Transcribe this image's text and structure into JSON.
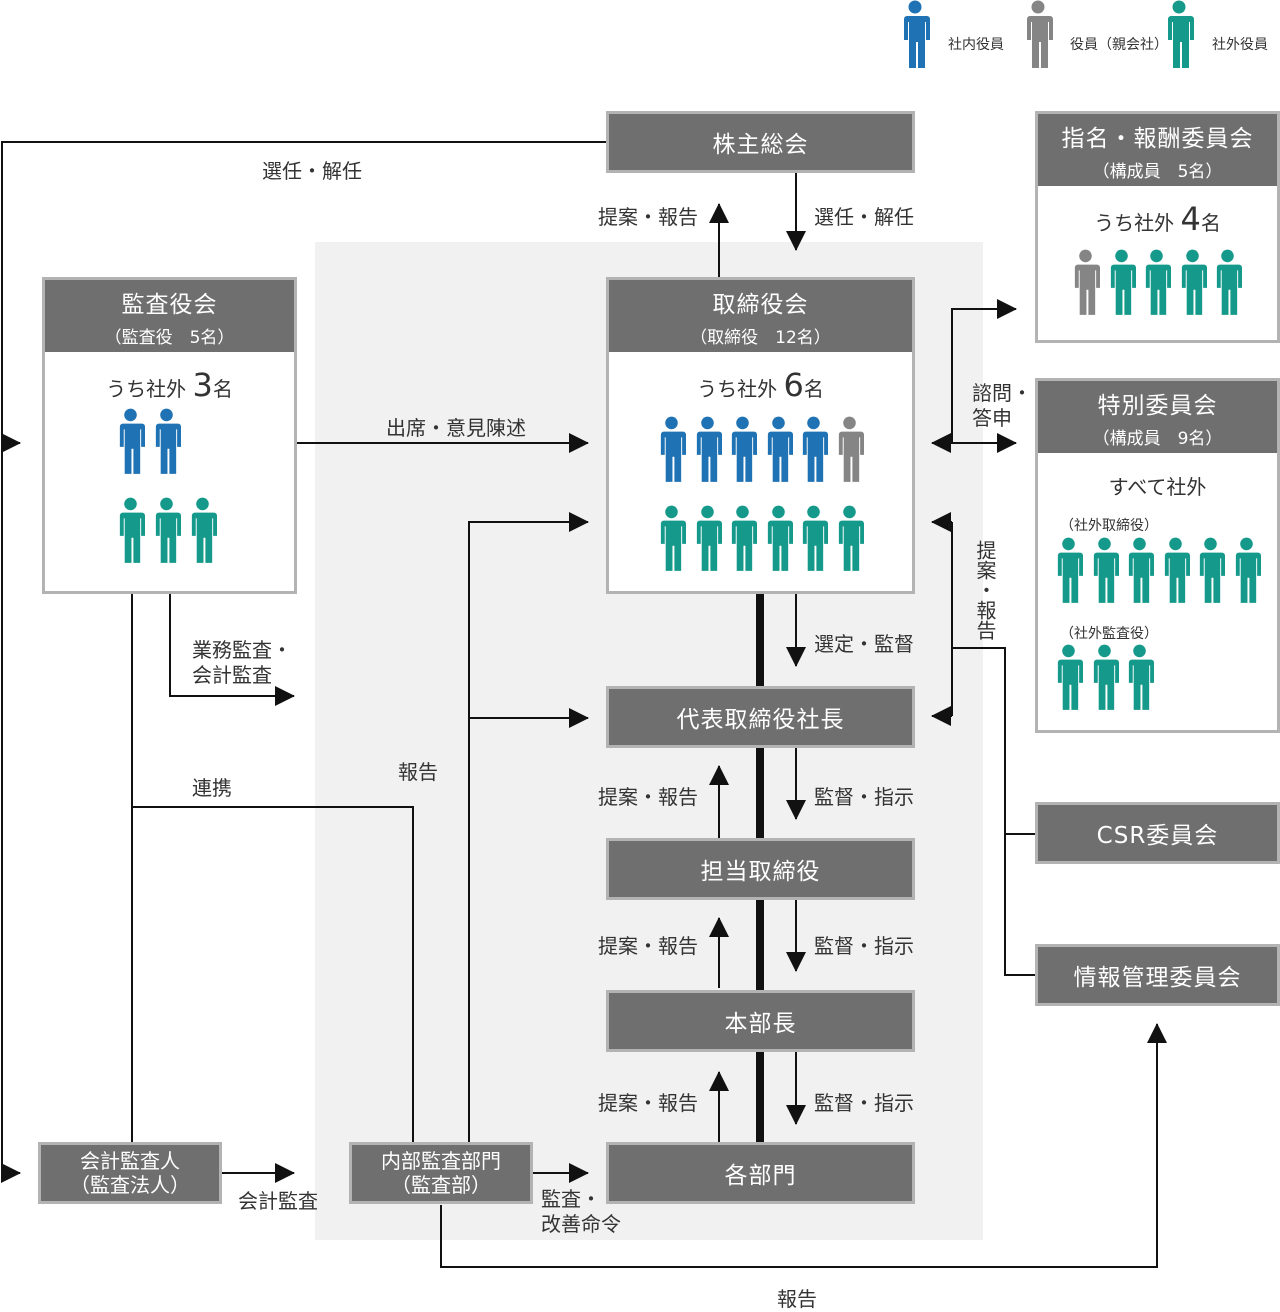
{
  "legend": {
    "inside": {
      "label": "社内役員",
      "color": "#1f72b4"
    },
    "parent": {
      "label": "役員（親会社）",
      "color": "#858585"
    },
    "outside": {
      "label": "社外役員",
      "color": "#15998b"
    }
  },
  "nodes": {
    "shareholders": "株主総会",
    "president": "代表取締役社長",
    "director_in_charge": "担当取締役",
    "division_head": "本部長",
    "departments": "各部門",
    "csr": "CSR委員会",
    "info_mgmt": "情報管理委員会",
    "accounting_auditor": [
      "会計監査人",
      "（監査法人）"
    ],
    "internal_audit": [
      "内部監査部門",
      "（監査部）"
    ]
  },
  "panels": {
    "audit_board": {
      "title": "監査役会",
      "sub": "（監査役　5名）",
      "count_prefix": "うち社外",
      "count": "3",
      "count_suffix": "名"
    },
    "board": {
      "title": "取締役会",
      "sub": "（取締役　12名）",
      "count_prefix": "うち社外",
      "count": "6",
      "count_suffix": "名"
    },
    "nomination": {
      "title": "指名・報酬委員会",
      "sub": "（構成員　5名）",
      "count_prefix": "うち社外",
      "count": "4",
      "count_suffix": "名"
    },
    "special": {
      "title": "特別委員会",
      "sub": "（構成員　9名）",
      "all_outside": "すべて社外",
      "group1": "（社外取締役）",
      "group2": "（社外監査役）"
    }
  },
  "labels": {
    "elect_dismiss_left": "選任・解任",
    "propose_report_top": "提案・報告",
    "elect_dismiss_top": "選任・解任",
    "attend_opinion": "出席・意見陳述",
    "consult": [
      "諮問・",
      "答申"
    ],
    "propose_report_vertical": "提案・報告",
    "business_accounting_audit": [
      "業務監査・",
      "会計監査"
    ],
    "select_supervise": "選定・監督",
    "cooperation": "連携",
    "report_internal": "報告",
    "propose_report_1": "提案・報告",
    "supervise_instruct_1": "監督・指示",
    "propose_report_2": "提案・報告",
    "supervise_instruct_2": "監督・指示",
    "propose_report_3": "提案・報告",
    "supervise_instruct_3": "監督・指示",
    "accounting_audit": "会計監査",
    "audit_improvement": [
      "監査・",
      "改善命令"
    ],
    "report_bottom": "報告"
  }
}
